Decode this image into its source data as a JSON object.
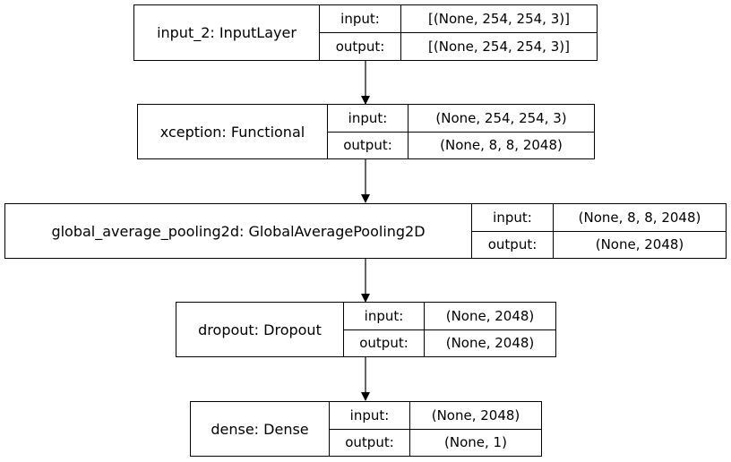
{
  "layers": [
    {
      "name": "input_2: InputLayer",
      "input_label": "input:",
      "output_label": "output:",
      "input": "[(None, 254, 254, 3)]",
      "output": "[(None, 254, 254, 3)]"
    },
    {
      "name": "xception: Functional",
      "input_label": "input:",
      "output_label": "output:",
      "input": "(None, 254, 254, 3)",
      "output": "(None, 8, 8, 2048)"
    },
    {
      "name": "global_average_pooling2d: GlobalAveragePooling2D",
      "input_label": "input:",
      "output_label": "output:",
      "input": "(None, 8, 8, 2048)",
      "output": "(None, 2048)"
    },
    {
      "name": "dropout: Dropout",
      "input_label": "input:",
      "output_label": "output:",
      "input": "(None, 2048)",
      "output": "(None, 2048)"
    },
    {
      "name": "dense: Dense",
      "input_label": "input:",
      "output_label": "output:",
      "input": "(None, 2048)",
      "output": "(None, 1)"
    }
  ]
}
